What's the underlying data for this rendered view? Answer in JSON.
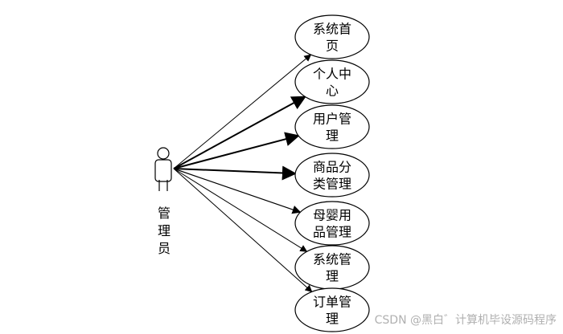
{
  "actor": {
    "label_lines": [
      "管",
      "理",
      "员"
    ]
  },
  "use_cases": [
    {
      "id": "home",
      "lines": [
        "系统首",
        "页"
      ]
    },
    {
      "id": "personal",
      "lines": [
        "个人中",
        "心"
      ]
    },
    {
      "id": "users",
      "lines": [
        "用户管",
        "理"
      ]
    },
    {
      "id": "category",
      "lines": [
        "商品分",
        "类管理"
      ]
    },
    {
      "id": "baby",
      "lines": [
        "母婴用",
        "品管理"
      ]
    },
    {
      "id": "system",
      "lines": [
        "系统管",
        "理"
      ]
    },
    {
      "id": "orders",
      "lines": [
        "订单管",
        "理"
      ]
    }
  ],
  "watermark": "CSDN @黑白゛计算机毕设源码程序"
}
